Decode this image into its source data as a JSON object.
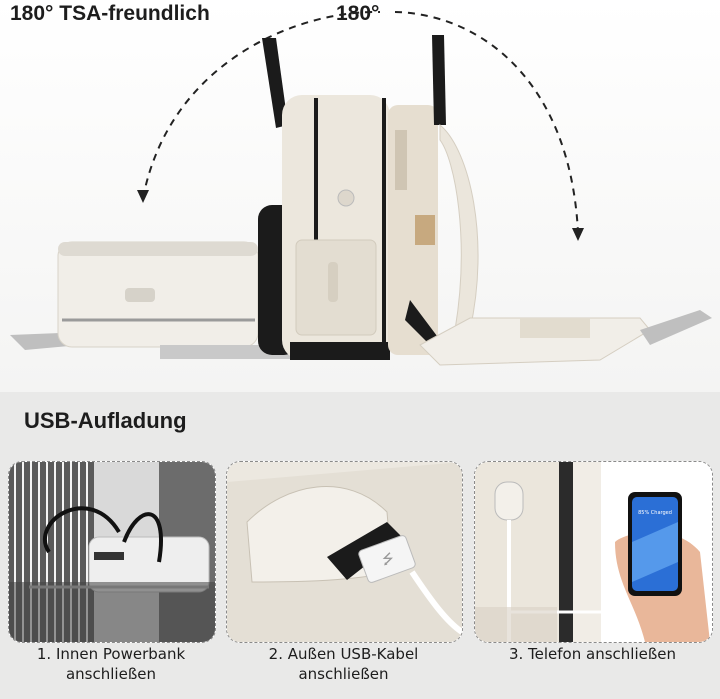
{
  "top_section": {
    "title_left": "180° TSA-freundlich",
    "title_center": "180°"
  },
  "bottom_section": {
    "title": "USB-Aufladung",
    "steps": [
      {
        "line1": "1. Innen Powerbank",
        "line2": "anschließen"
      },
      {
        "line1": "2. Außen USB-Kabel",
        "line2": "anschließen"
      },
      {
        "line1": "3. Telefon anschließen",
        "line2": ""
      }
    ]
  },
  "phone": {
    "screen_text": "85% Charged"
  },
  "colors": {
    "panel_bg": "#e9e9e8",
    "bag_cream": "#ebe6dc",
    "bag_black": "#1b1b1b",
    "accent_blue": "#2b6fd6"
  }
}
